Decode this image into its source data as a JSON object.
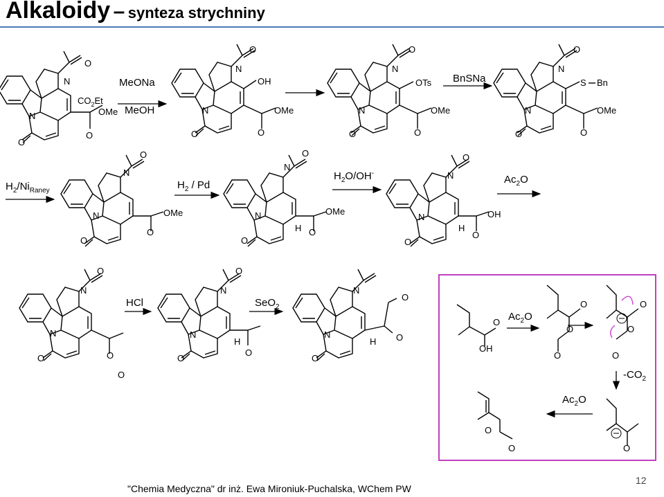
{
  "header": {
    "title_main": "Alkaloidy",
    "title_dash": "–",
    "title_sub": "synteza strychniny"
  },
  "reagents": {
    "r1_top": "MeONa",
    "r1_bottom": "MeOH",
    "r2": "BnSNa",
    "r3_h2": "H",
    "r3_sub": "2",
    "r3_ni": "/Ni",
    "r3_raney": "Raney",
    "r4_h2": "H",
    "r4_sub": "2",
    "r4_pd": " / Pd",
    "r5_h2o": "H",
    "r5_sub": "2",
    "r5_oh": "O/OH",
    "r5_sup": "-",
    "r6_ac": "Ac",
    "r6_sub": "2",
    "r6_o": "O",
    "r7": "HCl",
    "r8_se": "SeO",
    "r8_sub": "2",
    "r9_ac": "Ac",
    "r9_sub": "2",
    "r9_o": "O",
    "r10_co": "-CO",
    "r10_sub": "2",
    "r11_ac": "Ac",
    "r11_sub": "2",
    "r11_o": "O"
  },
  "atom_labels": {
    "n": "N",
    "o": "O",
    "oh": "OH",
    "ome": "OMe",
    "ots": "OTs",
    "s": "S",
    "bn": "Bn",
    "h": "H",
    "co2et": "CO",
    "co2et_sub": "2",
    "co2et_et": "Et"
  },
  "footer": {
    "credit": "\"Chemia Medyczna\" dr inż. Ewa Mironiuk-Puchalska, WChem PW",
    "page": "12"
  },
  "colors": {
    "title_rule": "#4a7ab7",
    "box_border": "#c040c0",
    "curly_arrow": "#d040d0"
  }
}
